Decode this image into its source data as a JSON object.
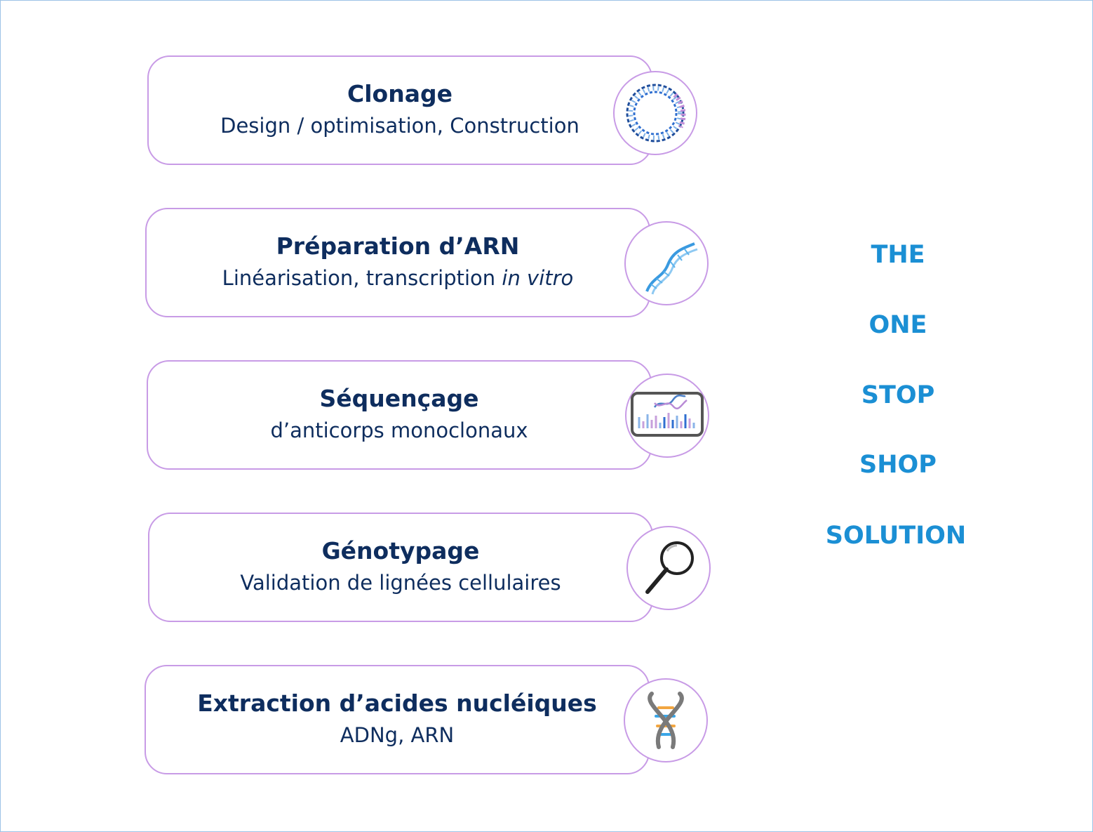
{
  "services": [
    {
      "title": "Clonage",
      "subtitle": "Design / optimisation, Construction",
      "subtitle_italic": "",
      "icon": "plasmid-icon"
    },
    {
      "title": "Préparation d’ARN",
      "subtitle": "Linéarisation, transcription ",
      "subtitle_italic": "in vitro",
      "icon": "rna-helix-icon"
    },
    {
      "title": "Séquençage",
      "subtitle": "d’anticorps monoclonaux",
      "subtitle_italic": "",
      "icon": "sequencing-monitor-icon"
    },
    {
      "title": "Génotypage",
      "subtitle": "Validation de lignées cellulaires",
      "subtitle_italic": "",
      "icon": "magnifying-glass-icon"
    },
    {
      "title": "Extraction d’acides nucléiques",
      "subtitle": "ADNg, ARN",
      "subtitle_italic": "",
      "icon": "dna-double-helix-icon"
    }
  ],
  "slogan": [
    "THE",
    "ONE",
    "STOP",
    "SHOP",
    "SOLUTION"
  ],
  "colors": {
    "card_border": "#c89be6",
    "title_text": "#0e2d5e",
    "slogan_text": "#1b8fd4",
    "frame_border": "#9dc3e6"
  }
}
